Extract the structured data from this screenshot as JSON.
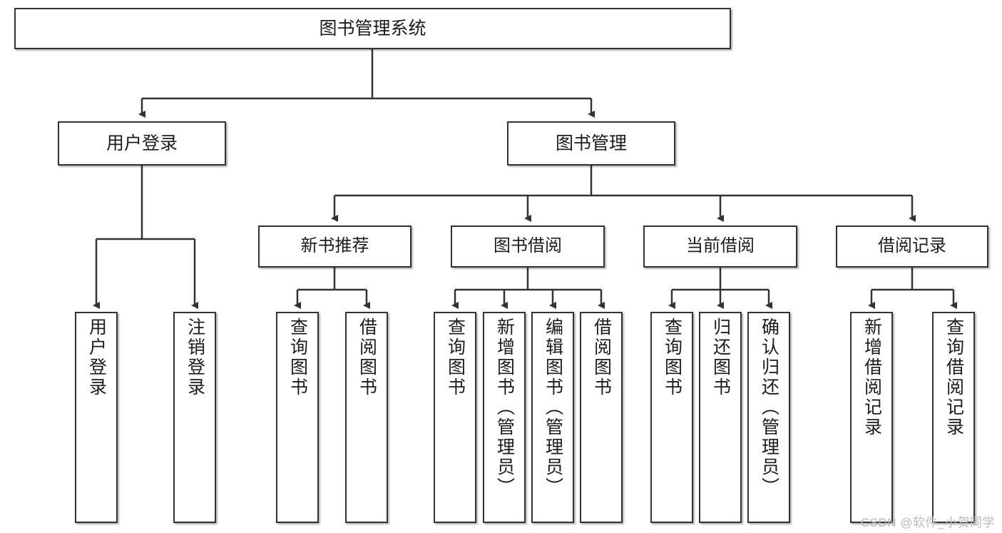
{
  "diagram": {
    "type": "tree",
    "title": "图书管理系统",
    "watermark": "CSDN @软件_小贺同学",
    "colors": {
      "box_border": "#333333",
      "box_fill": "#ffffff",
      "connector": "#333333",
      "text": "#1c1c1c",
      "watermark": "#b9b9b9",
      "background": "#ffffff"
    },
    "nodes": {
      "root": {
        "label": "图书管理系统",
        "level": 1
      },
      "user_login": {
        "label": "用户登录",
        "level": 2
      },
      "book_manage": {
        "label": "图书管理",
        "level": 2
      },
      "new_book_rec": {
        "label": "新书推荐",
        "level": 3
      },
      "book_borrow": {
        "label": "图书借阅",
        "level": 3
      },
      "current_borrow": {
        "label": "当前借阅",
        "level": 3
      },
      "borrow_record": {
        "label": "借阅记录",
        "level": 3
      },
      "leaf_user_login": {
        "label": "用户登录",
        "level": 4
      },
      "leaf_logout": {
        "label": "注销登录",
        "level": 4
      },
      "leaf_query_book_1": {
        "label": "查询图书",
        "level": 4
      },
      "leaf_borrow_book_1": {
        "label": "借阅图书",
        "level": 4
      },
      "leaf_query_book_2": {
        "label": "查询图书",
        "level": 4
      },
      "leaf_add_book_admin": {
        "label": "新增图书（管理员）",
        "level": 4
      },
      "leaf_edit_book_admin": {
        "label": "编辑图书（管理员）",
        "level": 4
      },
      "leaf_borrow_book_2": {
        "label": "借阅图书",
        "level": 4
      },
      "leaf_query_book_3": {
        "label": "查询图书",
        "level": 4
      },
      "leaf_return_book": {
        "label": "归还图书",
        "level": 4
      },
      "leaf_confirm_return_admin": {
        "label": "确认归还（管理员）",
        "level": 4
      },
      "leaf_add_record": {
        "label": "新增借阅记录",
        "level": 4
      },
      "leaf_query_record": {
        "label": "查询借阅记录",
        "level": 4
      }
    },
    "edges": [
      {
        "from": "root",
        "to": "user_login"
      },
      {
        "from": "root",
        "to": "book_manage"
      },
      {
        "from": "user_login",
        "to": "leaf_user_login"
      },
      {
        "from": "user_login",
        "to": "leaf_logout"
      },
      {
        "from": "book_manage",
        "to": "new_book_rec"
      },
      {
        "from": "book_manage",
        "to": "book_borrow"
      },
      {
        "from": "book_manage",
        "to": "current_borrow"
      },
      {
        "from": "book_manage",
        "to": "borrow_record"
      },
      {
        "from": "new_book_rec",
        "to": "leaf_query_book_1"
      },
      {
        "from": "new_book_rec",
        "to": "leaf_borrow_book_1"
      },
      {
        "from": "book_borrow",
        "to": "leaf_query_book_2"
      },
      {
        "from": "book_borrow",
        "to": "leaf_add_book_admin"
      },
      {
        "from": "book_borrow",
        "to": "leaf_edit_book_admin"
      },
      {
        "from": "book_borrow",
        "to": "leaf_borrow_book_2"
      },
      {
        "from": "current_borrow",
        "to": "leaf_query_book_3"
      },
      {
        "from": "current_borrow",
        "to": "leaf_return_book"
      },
      {
        "from": "current_borrow",
        "to": "leaf_confirm_return_admin"
      },
      {
        "from": "borrow_record",
        "to": "leaf_add_record"
      },
      {
        "from": "borrow_record",
        "to": "leaf_query_record"
      }
    ]
  }
}
